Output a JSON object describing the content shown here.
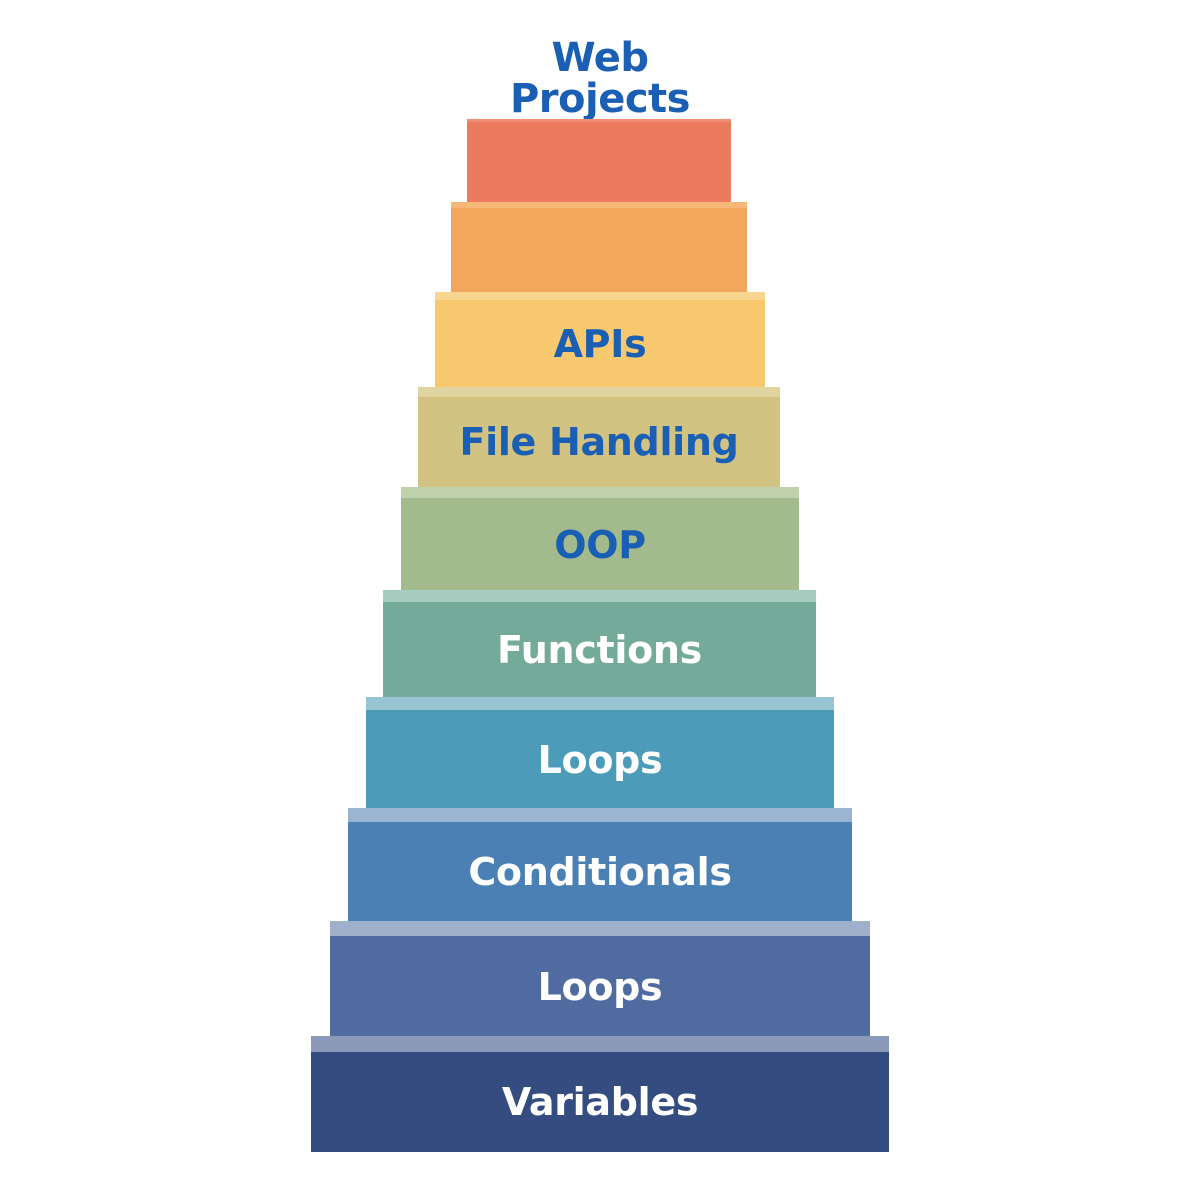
{
  "title": {
    "line1": "Web",
    "line2": "Projects"
  },
  "steps": [
    {
      "label": "",
      "label_color": "dark",
      "face": "#ec7a5e",
      "lip": "#ef8e74"
    },
    {
      "label": "",
      "label_color": "dark",
      "face": "#f2a75c",
      "lip": "#f5b878"
    },
    {
      "label": "APIs",
      "label_color": "dark",
      "face": "#f7c86e",
      "lip": "#f9d690"
    },
    {
      "label": "File Handling",
      "label_color": "dark",
      "face": "#d3c383",
      "lip": "#e0d4a0"
    },
    {
      "label": "OOP",
      "label_color": "dark",
      "face": "#a3bb8c",
      "lip": "#bfd0ad"
    },
    {
      "label": "Functions",
      "label_color": "light",
      "face": "#74aa9a",
      "lip": "#a6cbbf"
    },
    {
      "label": "Loops",
      "label_color": "light",
      "face": "#4c9bb8",
      "lip": "#97c3d3"
    },
    {
      "label": "Conditionals",
      "label_color": "light",
      "face": "#4a80b4",
      "lip": "#9ab5d2"
    },
    {
      "label": "Loops",
      "label_color": "light",
      "face": "#4f6ba0",
      "lip": "#9fb0cb"
    },
    {
      "label": "Variables",
      "label_color": "light",
      "face": "#354c80",
      "lip": "#8c9ab9"
    }
  ]
}
